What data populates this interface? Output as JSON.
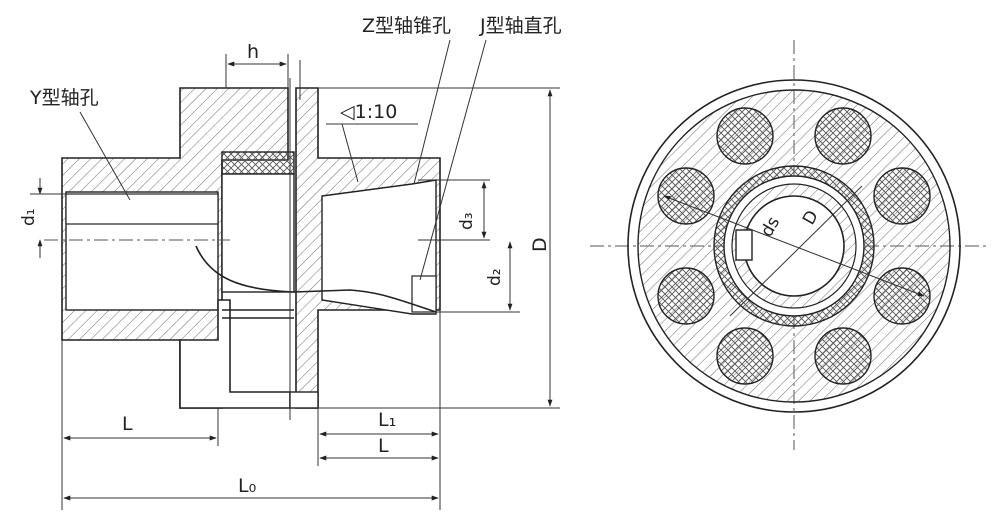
{
  "labels": {
    "y_bore": "Y型轴孔",
    "z_bore": "Z型轴锥孔",
    "j_bore": "J型轴直孔",
    "taper": "◁1:10",
    "h": "h",
    "d1": "d₁",
    "d2": "d₂",
    "d3": "d₃",
    "D": "D",
    "L_left": "L",
    "L1": "L₁",
    "L_right": "L",
    "L0": "L₀",
    "ds_circle": "ds",
    "D_circle": "D"
  },
  "colors": {
    "line": "#222222",
    "hatch": "#7a7a7a",
    "crosshatch": "#555555",
    "background": "#ffffff"
  }
}
